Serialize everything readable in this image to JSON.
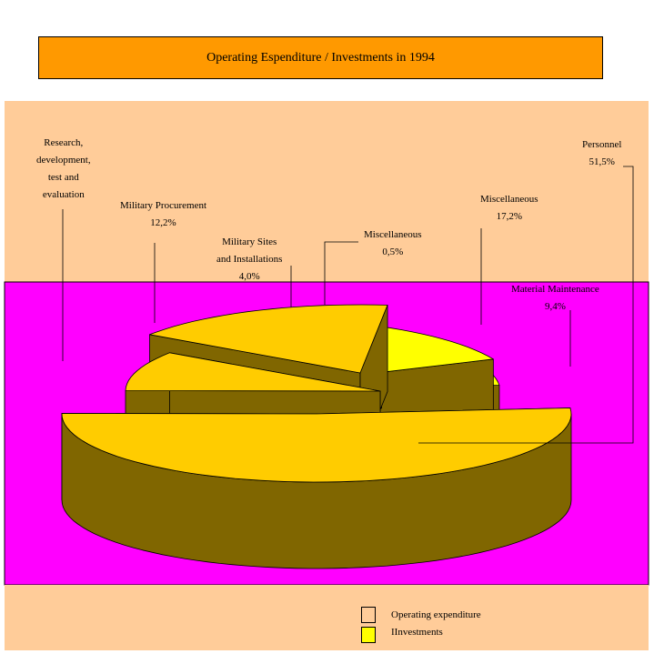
{
  "chart_data": {
    "type": "pie",
    "title": "Operating Espenditure / Investments in 1994",
    "series": [
      {
        "name": "Operating expenditure",
        "key": "operating",
        "color": "#ffcc00"
      },
      {
        "name": "IInvestments",
        "key": "investments",
        "color": "#ffff00"
      }
    ],
    "slices": [
      {
        "label": "Personnel",
        "value_label": "51,5%",
        "value": 51.5,
        "series": "operating"
      },
      {
        "label": "Material Maintenance",
        "value_label": "9,4%",
        "value": 9.4,
        "series": "operating"
      },
      {
        "label": "Miscellaneous",
        "value_label": "17,2%",
        "value": 17.2,
        "series": "operating"
      },
      {
        "label": "Miscellaneous",
        "value_label": "0,5%",
        "value": 0.5,
        "series": "investments"
      },
      {
        "label": "Military Sites and Installations",
        "value_label": "4,0%",
        "value": 4.0,
        "series": "investments"
      },
      {
        "label": "Military Procurement",
        "value_label": "12,2%",
        "value": 12.2,
        "series": "investments"
      },
      {
        "label": "Research, development, test and evaluation",
        "value_label": "",
        "value": 5.2,
        "series": "investments"
      }
    ],
    "colors": {
      "side": "#806600",
      "upper_band": "#ffcc99",
      "plot_area": "#ff00ff",
      "title_bg": "#ff9900"
    }
  },
  "labels": {
    "personnel": [
      "Personnel",
      "51,5%"
    ],
    "material": [
      "Material Maintenance",
      "9,4%"
    ],
    "misc_op": [
      "Miscellaneous",
      "17,2%"
    ],
    "misc_inv": [
      "Miscellaneous",
      "0,5%"
    ],
    "sites": [
      "Military Sites",
      "and Installations",
      "4,0%"
    ],
    "procurement": [
      "Military Procurement",
      "12,2%"
    ],
    "research": [
      "Research,",
      "development,",
      "test and",
      "evaluation"
    ]
  },
  "legend": {
    "operating": "Operating expenditure",
    "investments": "IInvestments"
  }
}
